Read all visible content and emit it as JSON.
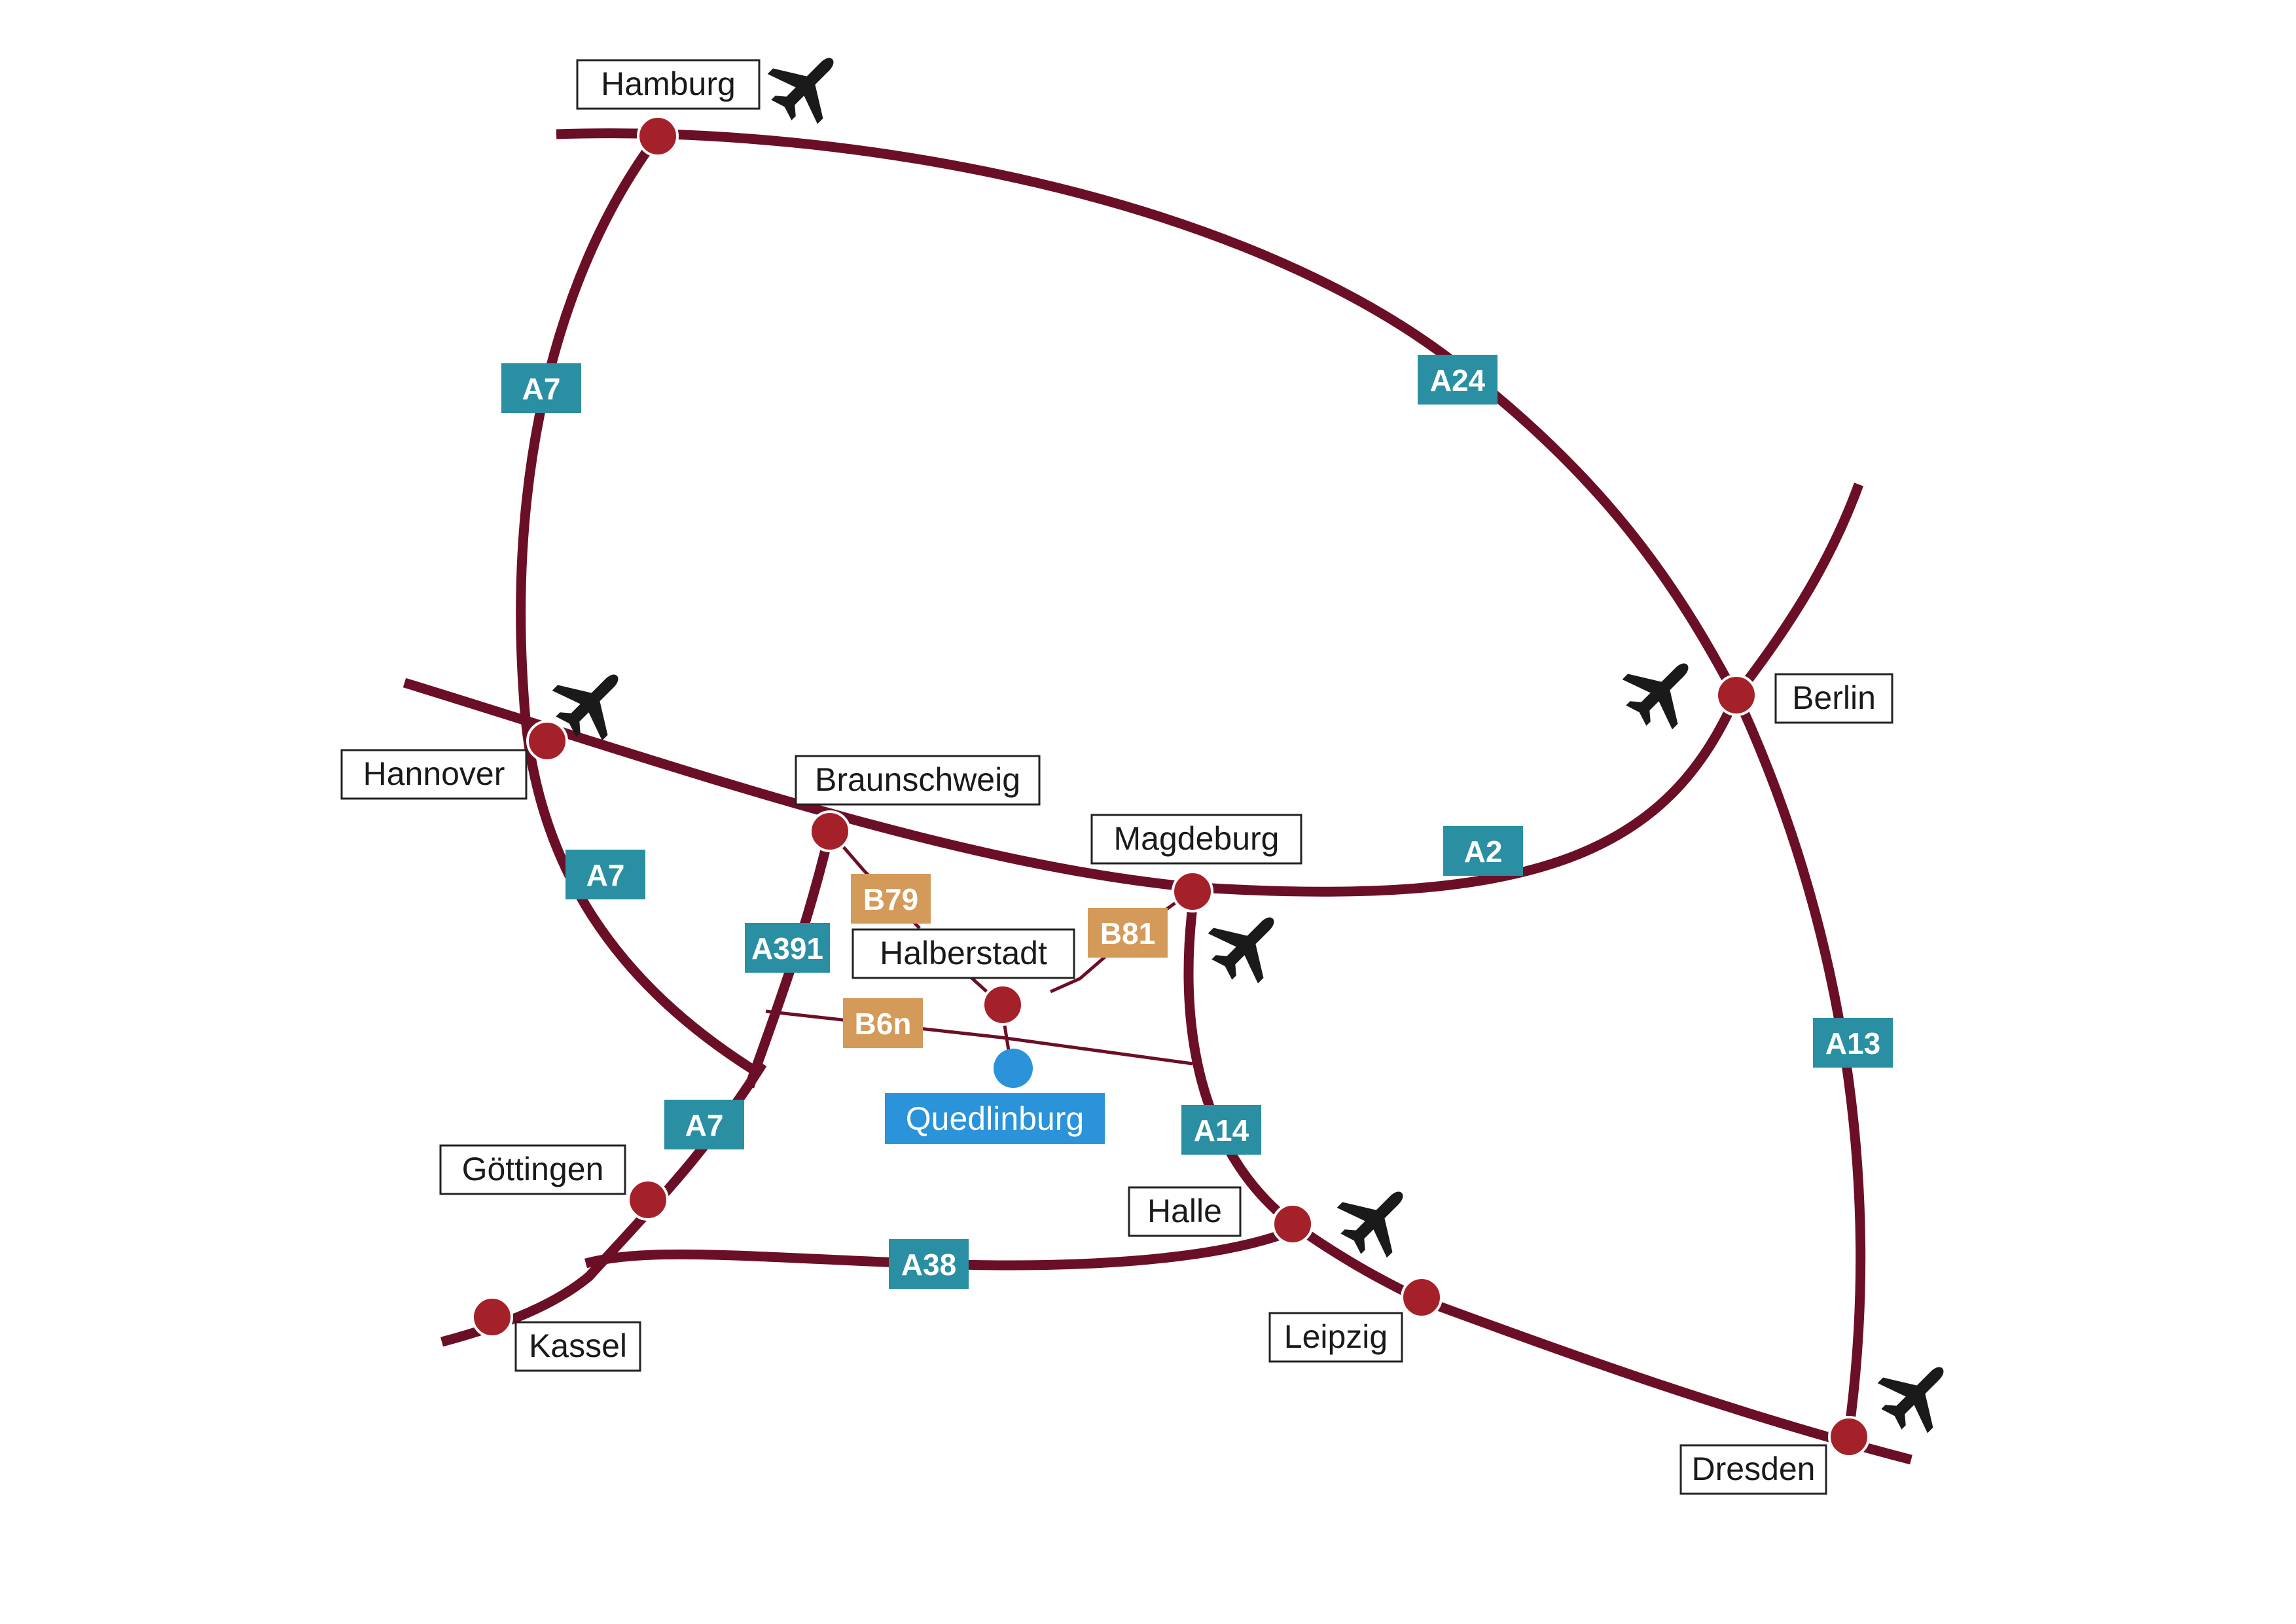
{
  "colors": {
    "road": "#6b0f26",
    "city": "#a5212a",
    "autobahn_sign": "#2a8fa3",
    "bundesstrasse_sign": "#d49a5a",
    "destination": "#2b93d9",
    "airport_icon": "#1a1a1a"
  },
  "cities": {
    "hamburg": "Hamburg",
    "berlin": "Berlin",
    "hannover": "Hannover",
    "braunschweig": "Braunschweig",
    "magdeburg": "Magdeburg",
    "halberstadt": "Halberstadt",
    "goettingen": "Göttingen",
    "kassel": "Kassel",
    "halle": "Halle",
    "leipzig": "Leipzig",
    "dresden": "Dresden"
  },
  "destination": {
    "name": "Quedlinburg"
  },
  "roads": {
    "a7_north": "A7",
    "a7_mid": "A7",
    "a7_south": "A7",
    "a24": "A24",
    "a2": "A2",
    "a13": "A13",
    "a14": "A14",
    "a38": "A38",
    "a391": "A391",
    "b79": "B79",
    "b81": "B81",
    "b6n": "B6n"
  },
  "airport_icon": "airplane-icon"
}
